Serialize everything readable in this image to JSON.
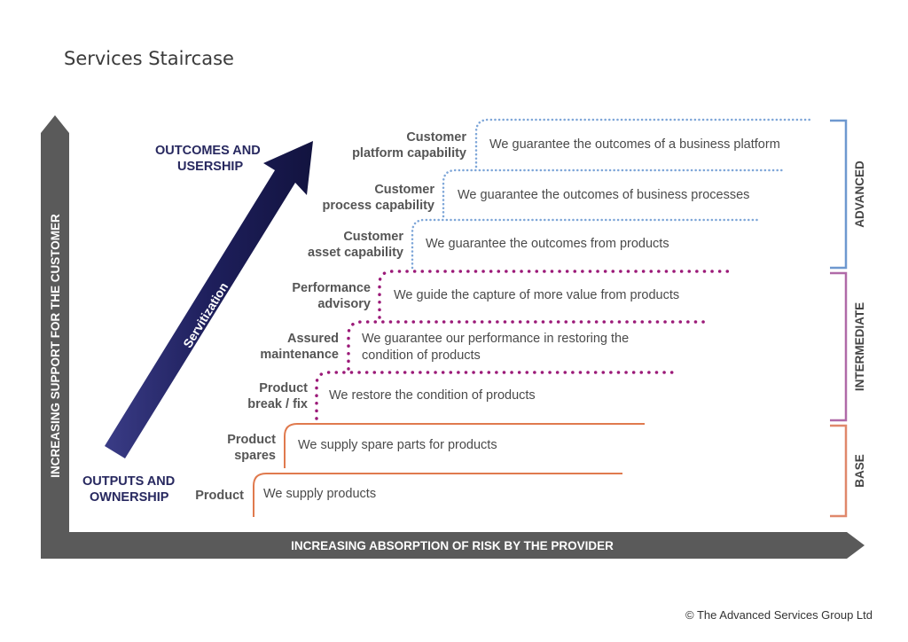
{
  "title": "Services Staircase",
  "footer": "© The Advanced Services Group Ltd",
  "axes": {
    "y_label": "INCREASING SUPPORT FOR THE CUSTOMER",
    "x_label": "INCREASING ABSORPTION OF RISK BY THE PROVIDER"
  },
  "arrow": {
    "label": "Servitization",
    "top_label_line1": "OUTCOMES AND",
    "top_label_line2": "USERSHIP",
    "bottom_label_line1": "OUTPUTS AND",
    "bottom_label_line2": "OWNERSHIP"
  },
  "tiers": [
    {
      "name": "ADVANCED",
      "color": "#6e98cf"
    },
    {
      "name": "INTERMEDIATE",
      "color": "#b06aa8"
    },
    {
      "name": "BASE",
      "color": "#e0886b"
    }
  ],
  "colors": {
    "axis": "#5a5a5a",
    "navy": "#1e1f5c",
    "base_line": "#e07a4e",
    "intermediate_dots": "#9b1a78",
    "advanced_dots": "#7ea6d8"
  },
  "steps": [
    {
      "label_line1": "Product",
      "label_line2": "",
      "desc_line1": "We supply products",
      "desc_line2": "",
      "tier": "BASE"
    },
    {
      "label_line1": "Product",
      "label_line2": "spares",
      "desc_line1": "We supply spare parts for products",
      "desc_line2": "",
      "tier": "BASE"
    },
    {
      "label_line1": "Product",
      "label_line2": "break / fix",
      "desc_line1": "We restore the condition of products",
      "desc_line2": "",
      "tier": "INTERMEDIATE"
    },
    {
      "label_line1": "Assured",
      "label_line2": "maintenance",
      "desc_line1": "We guarantee our performance in restoring the",
      "desc_line2": "condition of products",
      "tier": "INTERMEDIATE"
    },
    {
      "label_line1": "Performance",
      "label_line2": "advisory",
      "desc_line1": "We guide the capture of more value from products",
      "desc_line2": "",
      "tier": "INTERMEDIATE"
    },
    {
      "label_line1": "Customer",
      "label_line2": "asset capability",
      "desc_line1": "We guarantee the outcomes from products",
      "desc_line2": "",
      "tier": "ADVANCED"
    },
    {
      "label_line1": "Customer",
      "label_line2": "process capability",
      "desc_line1": "We guarantee the outcomes of business processes",
      "desc_line2": "",
      "tier": "ADVANCED"
    },
    {
      "label_line1": "Customer",
      "label_line2": "platform capability",
      "desc_line1": "We guarantee the outcomes of a business platform",
      "desc_line2": "",
      "tier": "ADVANCED"
    }
  ]
}
